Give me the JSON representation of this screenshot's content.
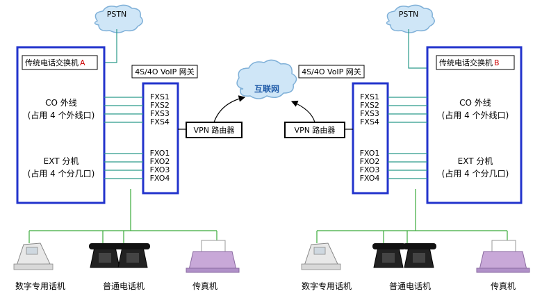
{
  "cloud_left_label": "PSTN",
  "cloud_right_label": "PSTN",
  "internet_label": "互联网",
  "pbx_a": {
    "title": "传统电话交换机",
    "suffix": "A",
    "co_line1": "CO 外线",
    "co_line2": "(占用 4 个外线口)",
    "ext_line1": "EXT 分机",
    "ext_line2": "(占用 4 个分几口)"
  },
  "pbx_b": {
    "title": "传统电话交换机",
    "suffix": "B",
    "co_line1": "CO 外线",
    "co_line2": "(占用 4 个外线口)",
    "ext_line1": "EXT 分机",
    "ext_line2": "(占用 4 个分几口)"
  },
  "gateway_left": {
    "label": "4S/4O VoIP 网关",
    "fxs": [
      "FXS1",
      "FXS2",
      "FXS3",
      "FXS4"
    ],
    "fxo": [
      "FXO1",
      "FXO2",
      "FXO3",
      "FXO4"
    ]
  },
  "gateway_right": {
    "label": "4S/4O VoIP 网关",
    "fxs": [
      "FXS1",
      "FXS2",
      "FXS3",
      "FXS4"
    ],
    "fxo": [
      "FXO1",
      "FXO2",
      "FXO3",
      "FXO4"
    ]
  },
  "router_left": "VPN 路由器",
  "router_right": "VPN 路由器",
  "devices_left": [
    "数字专用话机",
    "普通电话机",
    "传真机"
  ],
  "devices_right": [
    "数字专用话机",
    "普通电话机",
    "传真机"
  ],
  "colors": {
    "box_border": "#2233cc",
    "connector": "#2a9a8a",
    "suffix": "#cc0000",
    "cloud_fill": "#cfe6f7",
    "cloud_stroke": "#7fb0d8",
    "internet_text": "#1e5aa8"
  }
}
